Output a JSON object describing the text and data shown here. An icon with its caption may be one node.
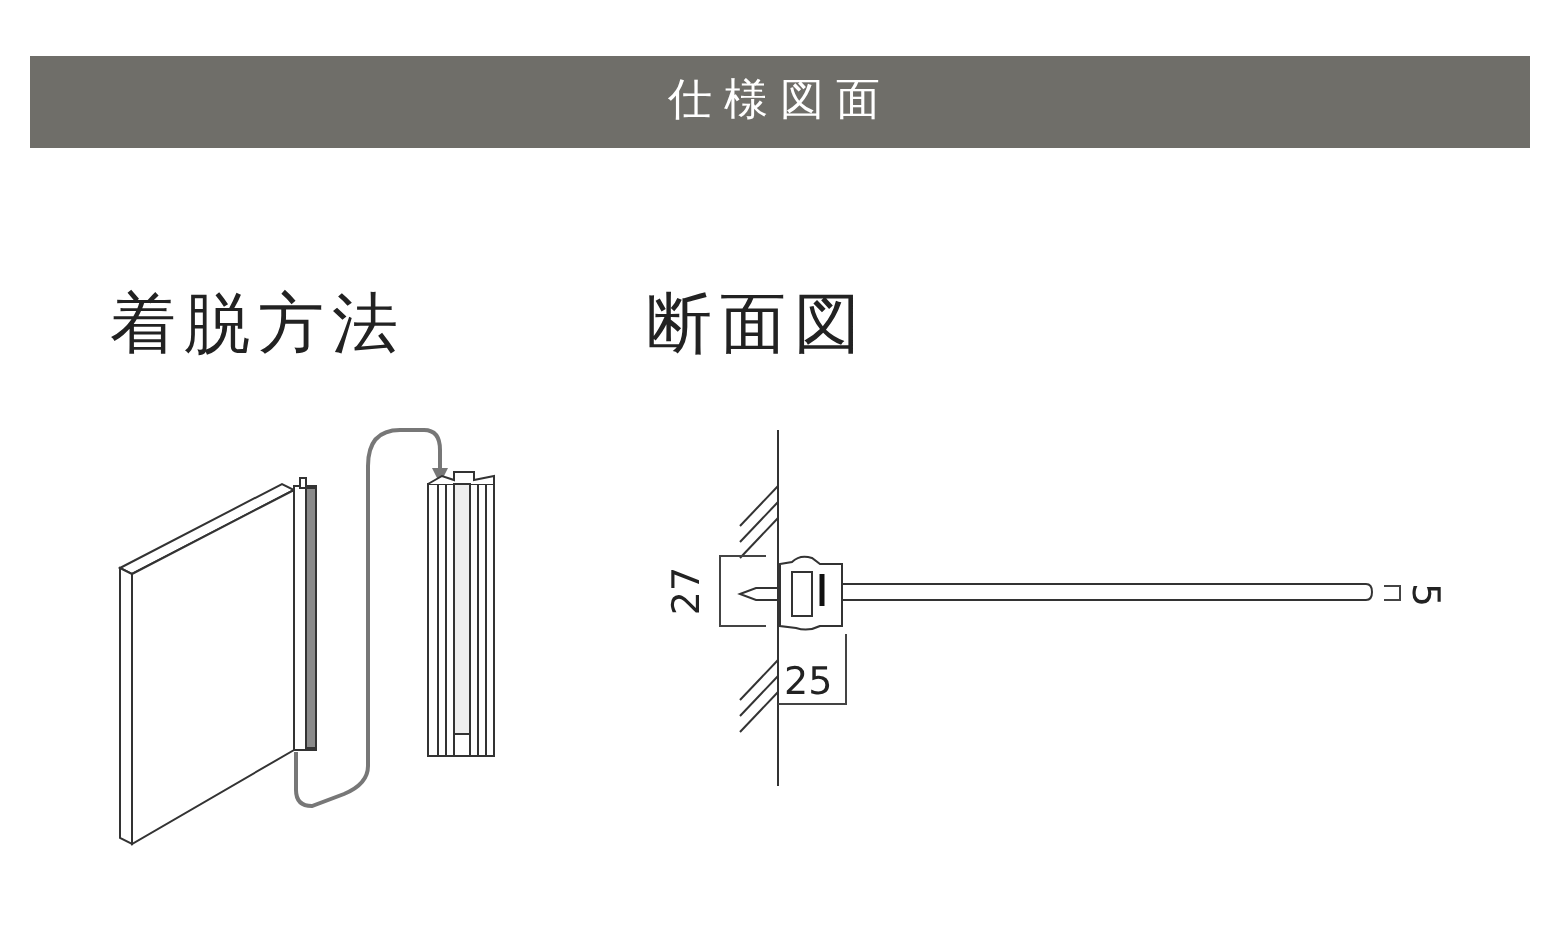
{
  "diagram": {
    "title": "仕様図面",
    "nodes": [
      {
        "text": [],
        "shape": "picture"
      },
      {
        "text": [],
        "shape": "picture"
      }
    ],
    "edges": [
      {
        "from": 0,
        "to": 1,
        "arrow": "to"
      }
    ],
    "labels": [
      "着脱方法",
      "断面図",
      "27",
      "25",
      "5"
    ]
  }
}
